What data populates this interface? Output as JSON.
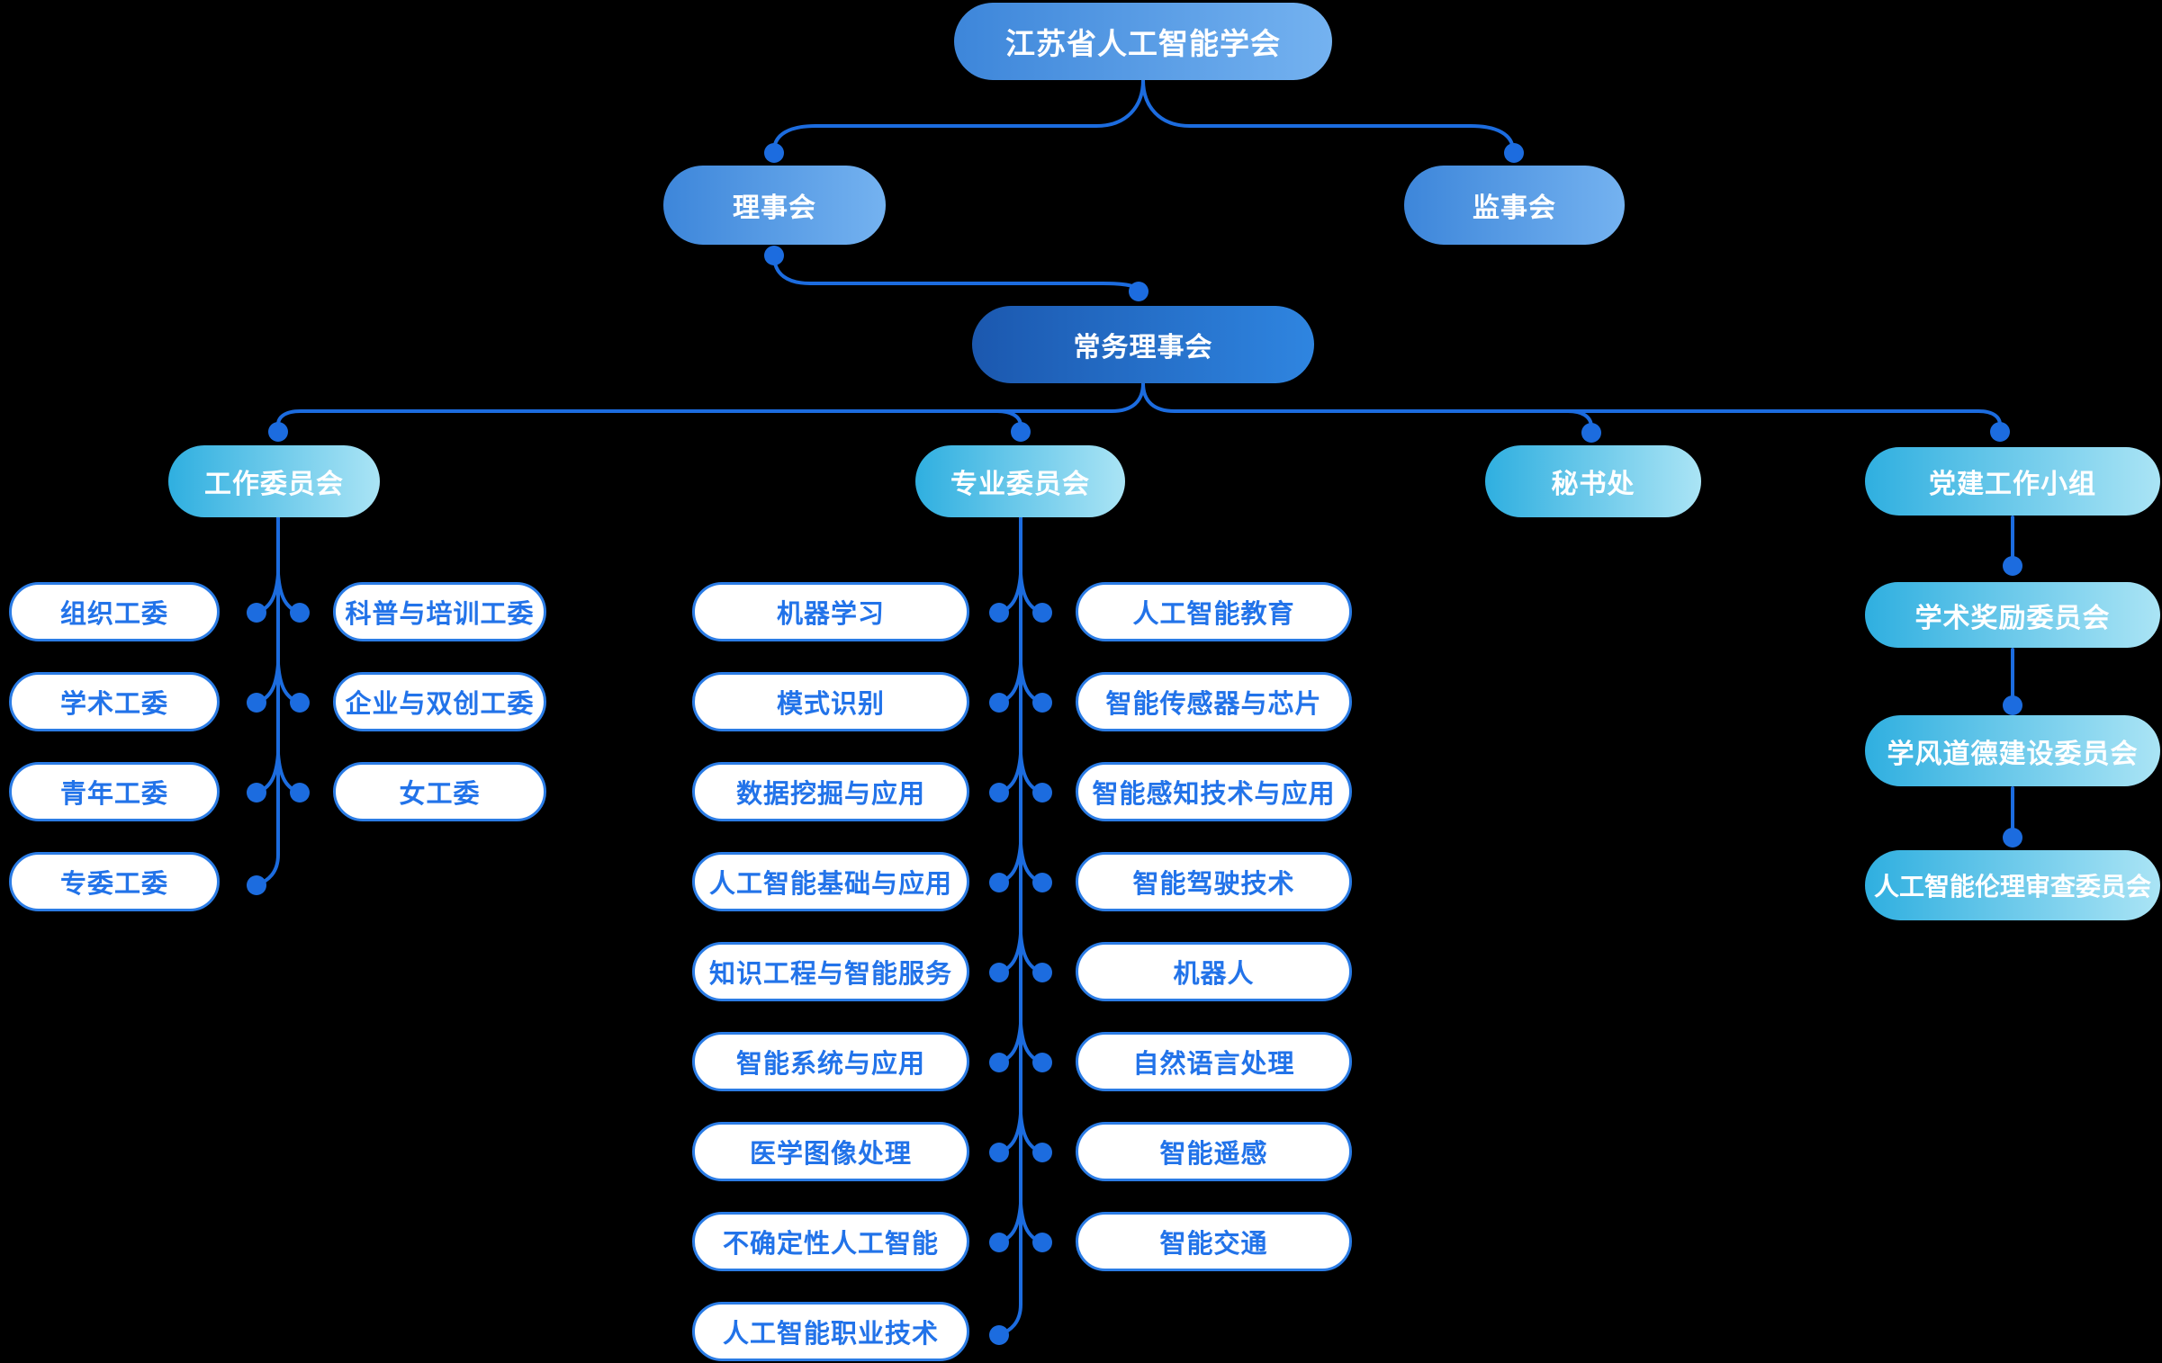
{
  "org": {
    "root": "江苏省人工智能学会",
    "board": "理事会",
    "supervisors": "监事会",
    "standing_board": "常务理事会",
    "working_committee": "工作委员会",
    "special_committee": "专业委员会",
    "secretariat": "秘书处",
    "party_group": "党建工作小组",
    "working_sub_left": [
      "组织工委",
      "学术工委",
      "青年工委",
      "专委工委"
    ],
    "working_sub_right": [
      "科普与培训工委",
      "企业与双创工委",
      "女工委"
    ],
    "special_sub_left": [
      "机器学习",
      "模式识别",
      "数据挖掘与应用",
      "人工智能基础与应用",
      "知识工程与智能服务",
      "智能系统与应用",
      "医学图像处理",
      "不确定性人工智能",
      "人工智能职业技术"
    ],
    "special_sub_right": [
      "人工智能教育",
      "智能传感器与芯片",
      "智能感知技术与应用",
      "智能驾驶技术",
      "机器人",
      "自然语言处理",
      "智能遥感",
      "智能交通"
    ],
    "party_sub": [
      "学术奖励委员会",
      "学风道德建设委员会",
      "人工智能伦理审查委员会"
    ],
    "colors": {
      "background": "#000000",
      "connector": "#1c6cdf",
      "gradient_primary_start": "#3d86da",
      "gradient_primary_end": "#74b2f0",
      "gradient_dark_start": "#1b58af",
      "gradient_dark_end": "#2f85e0",
      "gradient_cyan_start": "#2fafe0",
      "gradient_cyan_end": "#aae4f5",
      "leaf_border": "#2b7ce5",
      "leaf_text": "#2273e9",
      "node_text": "#ffffff"
    }
  }
}
